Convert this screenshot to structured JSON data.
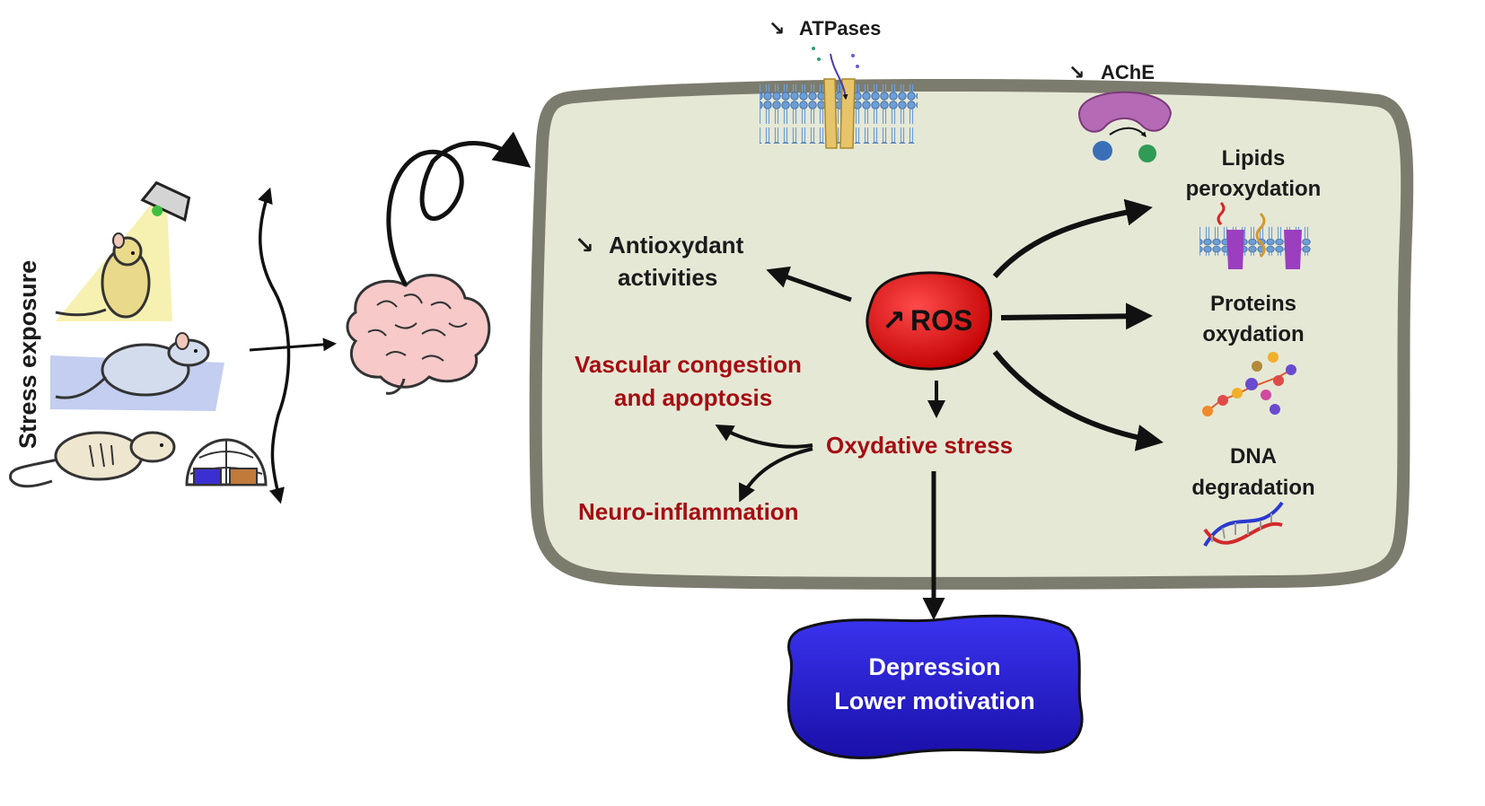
{
  "stress": {
    "label": "Stress exposure"
  },
  "membrane": {
    "atpases": {
      "arrow": "down-right-arrow",
      "label": "ATPases"
    },
    "ache": {
      "arrow": "down-right-arrow",
      "label": "AChE"
    }
  },
  "cell": {
    "ros": {
      "arrow": "up-right-arrow",
      "label": "ROS",
      "color": "#d81a1a"
    },
    "antioxidant": {
      "arrow": "down-right-arrow",
      "line1": "Antioxydant",
      "line2": "activities"
    },
    "vascular": {
      "line1": "Vascular congestion",
      "line2": "and apoptosis"
    },
    "oxidative": {
      "label": "Oxydative stress"
    },
    "neuro": {
      "label": "Neuro-inflammation"
    },
    "lipids": {
      "line1": "Lipids",
      "line2": "peroxydation"
    },
    "proteins": {
      "line1": "Proteins",
      "line2": "oxydation"
    },
    "dna": {
      "line1": "DNA",
      "line2": "degradation"
    }
  },
  "outcome": {
    "line1": "Depression",
    "line2": "Lower motivation",
    "color": "#2b1fd0"
  },
  "colors": {
    "cell_fill": "#e6e8d6",
    "cell_border": "#7c7c6e",
    "red_text": "#a50d12",
    "dark_text": "#1b1b1b"
  }
}
